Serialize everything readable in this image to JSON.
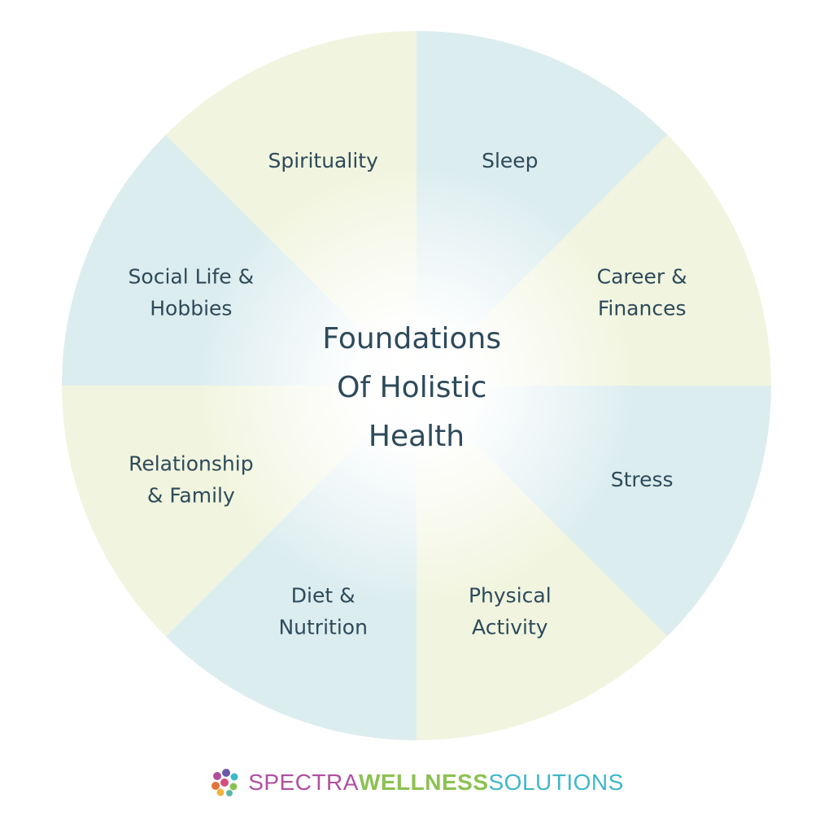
{
  "diagram": {
    "title_lines": [
      "Foundations",
      "Of Holistic",
      "Health"
    ],
    "segments": [
      {
        "name": "sleep",
        "lines": [
          "Sleep"
        ],
        "color": "#dcedef"
      },
      {
        "name": "career-finances",
        "lines": [
          "Career &",
          "Finances"
        ],
        "color": "#f1f5df"
      },
      {
        "name": "stress",
        "lines": [
          "Stress"
        ],
        "color": "#dcedef"
      },
      {
        "name": "physical-activity",
        "lines": [
          "Physical",
          "Activity"
        ],
        "color": "#f1f5df"
      },
      {
        "name": "diet-nutrition",
        "lines": [
          "Diet &",
          "Nutrition"
        ],
        "color": "#dcedef"
      },
      {
        "name": "relationship-family",
        "lines": [
          "Relationship",
          "& Family"
        ],
        "color": "#f1f5df"
      },
      {
        "name": "social-life-hobbies",
        "lines": [
          "Social Life &",
          "Hobbies"
        ],
        "color": "#dcedef"
      },
      {
        "name": "spirituality",
        "lines": [
          "Spirituality"
        ],
        "color": "#f1f5df"
      }
    ],
    "text_color": "#2d4a5a"
  },
  "brand": {
    "word1": "SPECTRA",
    "word2": "WELLNESS",
    "word3": "SOLUTIONS",
    "color1": "#b04fa0",
    "color2": "#8cc152",
    "color3": "#3fb8c9"
  }
}
